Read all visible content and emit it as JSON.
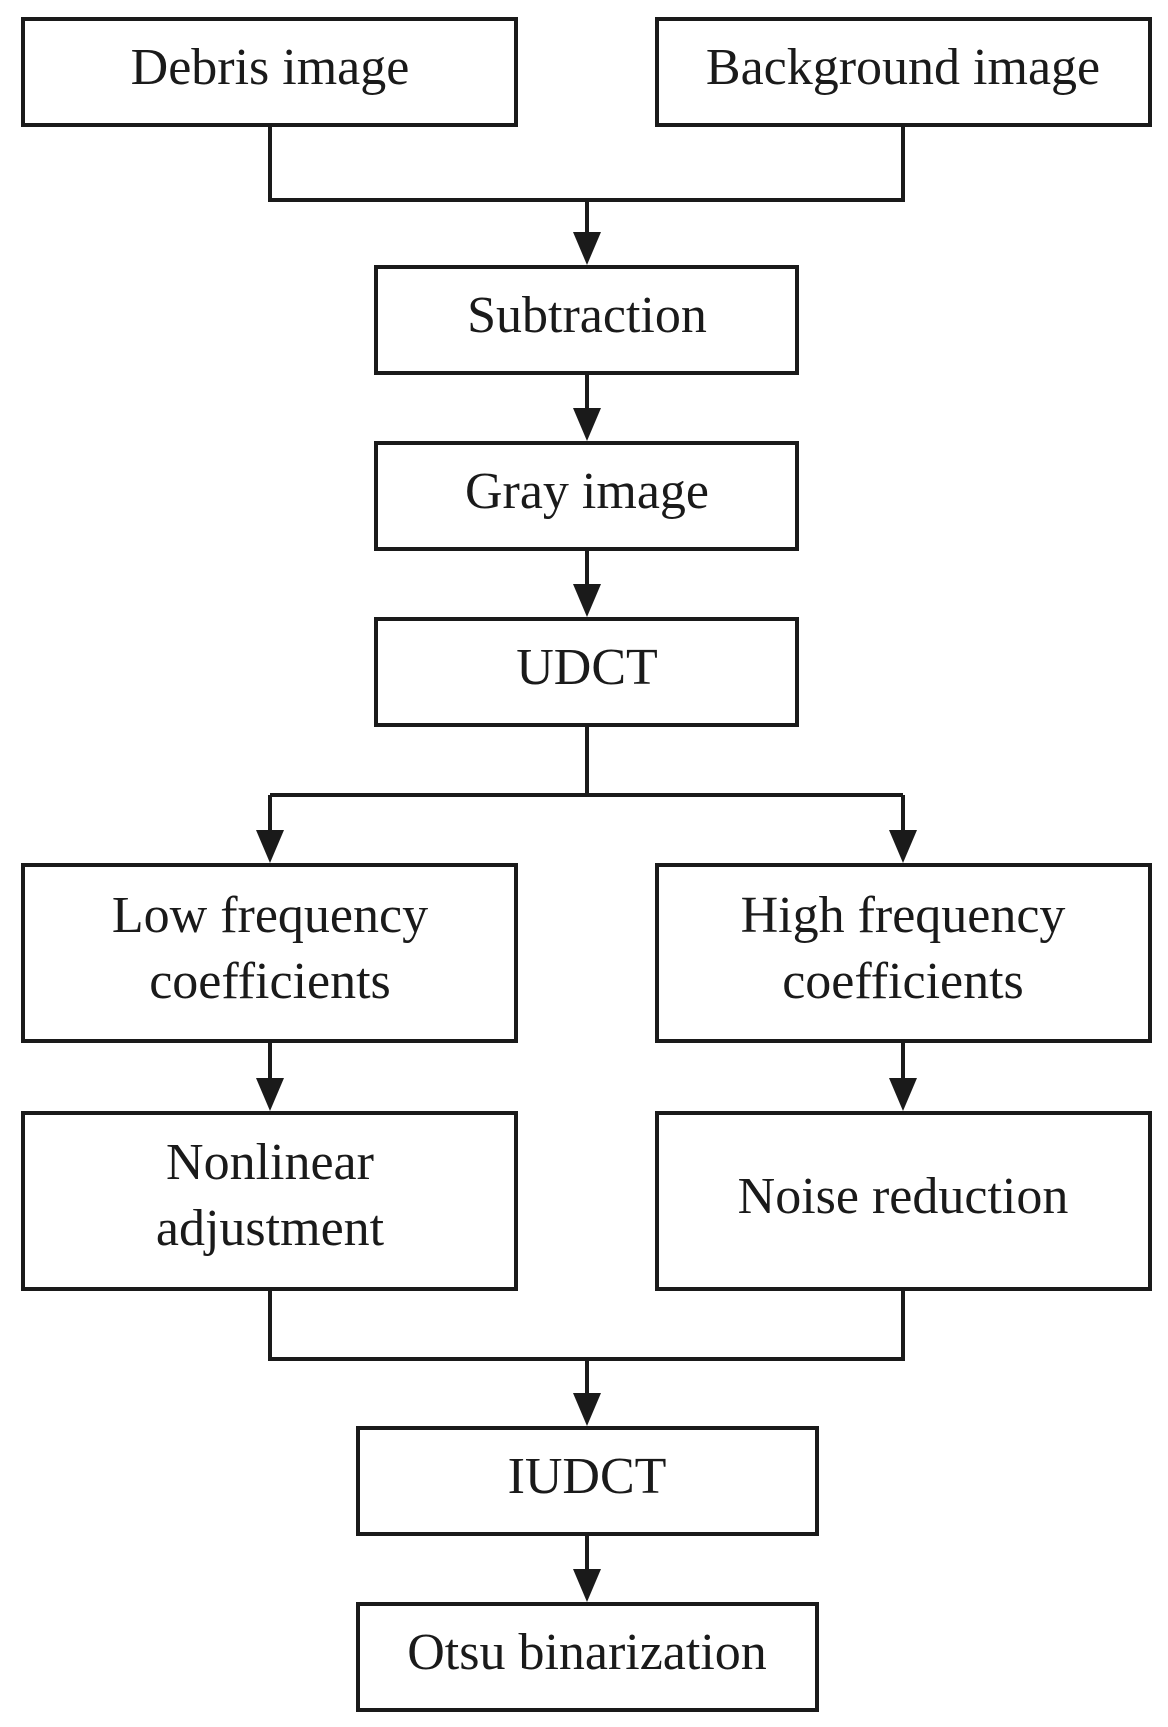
{
  "diagram": {
    "type": "flowchart",
    "colors": {
      "stroke": "#1a1a1a",
      "fill": "#ffffff",
      "text": "#1a1a1a"
    },
    "nodes": {
      "debris": {
        "lines": [
          "Debris image"
        ]
      },
      "background": {
        "lines": [
          "Background image"
        ]
      },
      "subtraction": {
        "lines": [
          "Subtraction"
        ]
      },
      "gray": {
        "lines": [
          "Gray image"
        ]
      },
      "udct": {
        "lines": [
          "UDCT"
        ]
      },
      "low": {
        "lines": [
          "Low frequency",
          "coefficients"
        ]
      },
      "high": {
        "lines": [
          "High frequency",
          "coefficients"
        ]
      },
      "nonlinear": {
        "lines": [
          "Nonlinear",
          "adjustment"
        ]
      },
      "noise": {
        "lines": [
          "Noise reduction"
        ]
      },
      "iudct": {
        "lines": [
          "IUDCT"
        ]
      },
      "otsu": {
        "lines": [
          "Otsu binarization"
        ]
      }
    },
    "edges": [
      {
        "from": [
          "debris",
          "background"
        ],
        "to": "subtraction"
      },
      {
        "from": [
          "subtraction"
        ],
        "to": "gray"
      },
      {
        "from": [
          "gray"
        ],
        "to": "udct"
      },
      {
        "from": [
          "udct"
        ],
        "to": [
          "low",
          "high"
        ]
      },
      {
        "from": [
          "low"
        ],
        "to": "nonlinear"
      },
      {
        "from": [
          "high"
        ],
        "to": "noise"
      },
      {
        "from": [
          "nonlinear",
          "noise"
        ],
        "to": "iudct"
      },
      {
        "from": [
          "iudct"
        ],
        "to": "otsu"
      }
    ]
  }
}
